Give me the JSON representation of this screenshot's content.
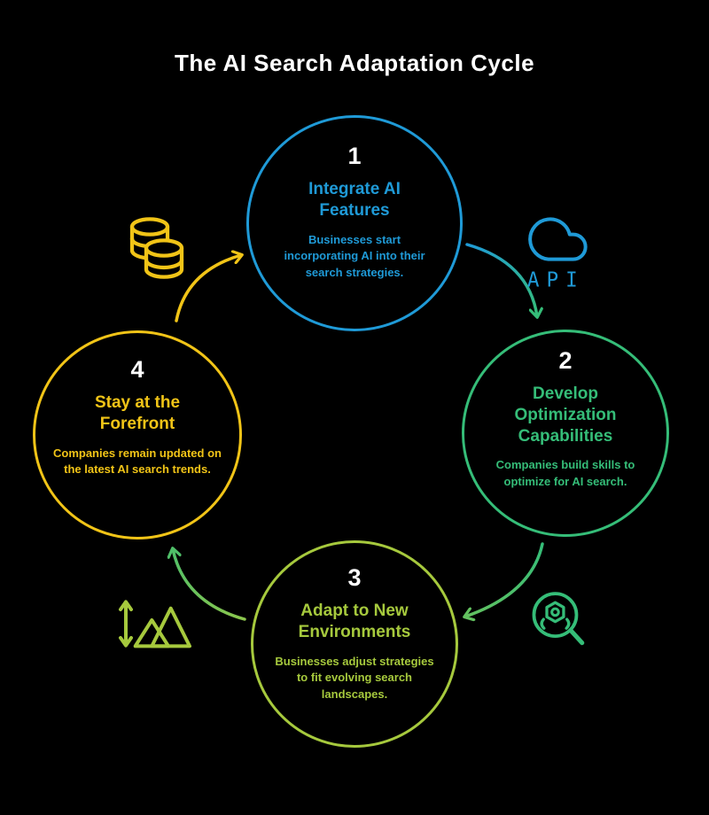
{
  "title": "The AI Search Adaptation Cycle",
  "colors": {
    "background": "#000000",
    "title_text": "#ffffff",
    "step1_blue": "#1f9ad7",
    "step2_green": "#35bd78",
    "step3_lime": "#a6c93d",
    "step4_yellow": "#f1c417"
  },
  "steps": [
    {
      "number": "1",
      "title": "Integrate AI Features",
      "description": "Businesses start incorporating AI into their search strategies.",
      "icon": "database-icon",
      "color": "#1f9ad7"
    },
    {
      "number": "2",
      "title": "Develop Optimization Capabilities",
      "description": "Companies build skills to optimize for AI search.",
      "icon": "cloud-api-icon",
      "color": "#35bd78"
    },
    {
      "number": "3",
      "title": "Adapt to New Environments",
      "description": "Businesses adjust strategies to fit evolving search landscapes.",
      "icon": "robot-search-icon",
      "color": "#a6c93d"
    },
    {
      "number": "4",
      "title": "Stay at the Forefront",
      "description": "Companies remain updated on the latest AI search trends.",
      "icon": "mountains-icon",
      "color": "#f1c417"
    }
  ],
  "icons": {
    "api_label": "API"
  },
  "flow": [
    "1-2",
    "2-3",
    "3-4",
    "4-1"
  ]
}
